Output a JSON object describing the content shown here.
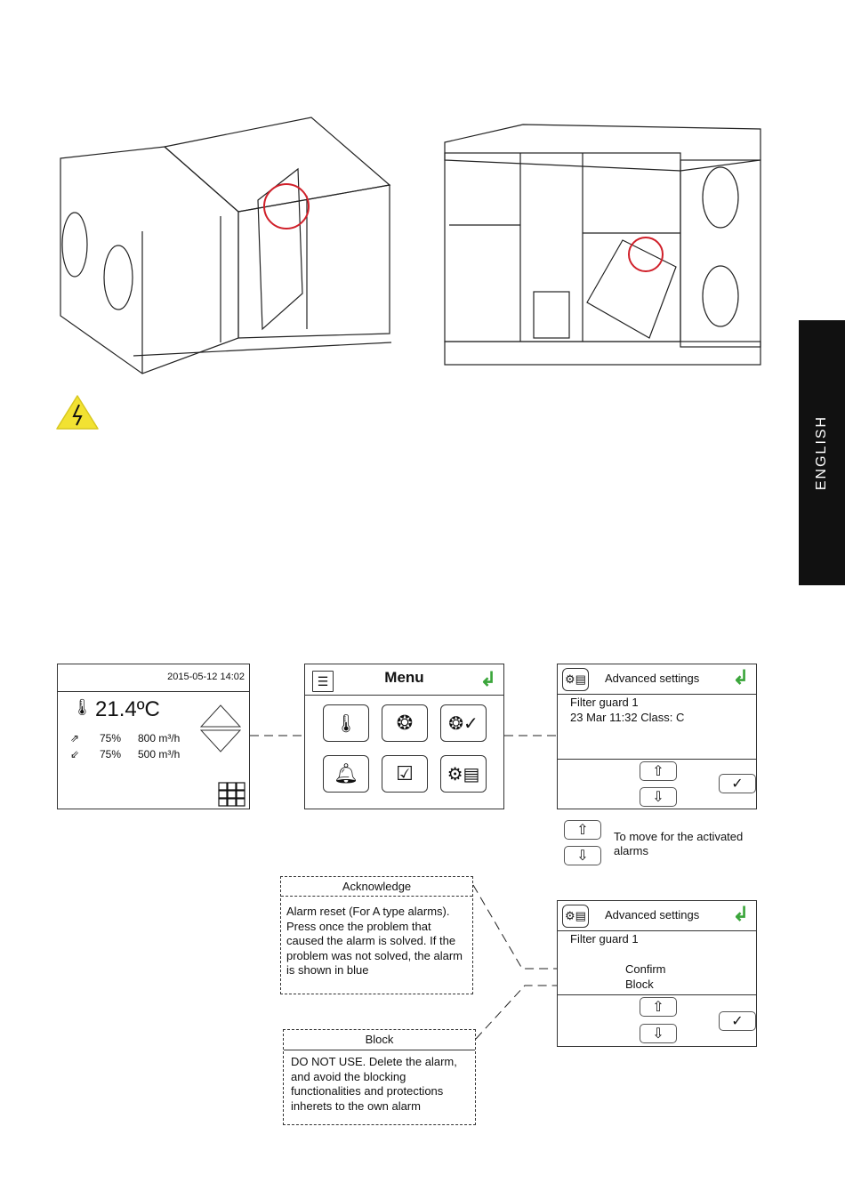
{
  "side_tab": {
    "label": "ENGLISH"
  },
  "warning_icon": "high-voltage-warning-icon",
  "colors": {
    "highlight_circle": "#d0202a",
    "warning_yellow": "#f2e232",
    "back_arrow_green": "#3aa53a",
    "side_tab": "#111111"
  },
  "home_screen": {
    "datetime": "2015-05-12  14:02",
    "temperature": "21.4ºC",
    "rows": [
      {
        "percent": "75%",
        "flow": "800 m³/h"
      },
      {
        "percent": "75%",
        "flow": "500 m³/h"
      }
    ]
  },
  "menu_screen": {
    "title": "Menu"
  },
  "alarm_screen": {
    "title": "Advanced settings",
    "alarm_name": "Filter guard 1",
    "alarm_details": "23 Mar 11:32   Class: C"
  },
  "legend": {
    "text": "To move for the activated alarms"
  },
  "action_screen": {
    "title": "Advanced settings",
    "alarm_name": "Filter guard 1",
    "options": [
      "Confirm",
      "Block"
    ]
  },
  "acknowledge_box": {
    "title": "Acknowledge",
    "body": "Alarm reset (For A type alarms). Press once the problem that caused the alarm is solved. If the problem was not solved, the alarm is shown in blue"
  },
  "block_box": {
    "title": "Block",
    "body": "DO NOT USE.  Delete the alarm, and avoid the blocking functionalities and protections inherets to the own alarm"
  }
}
